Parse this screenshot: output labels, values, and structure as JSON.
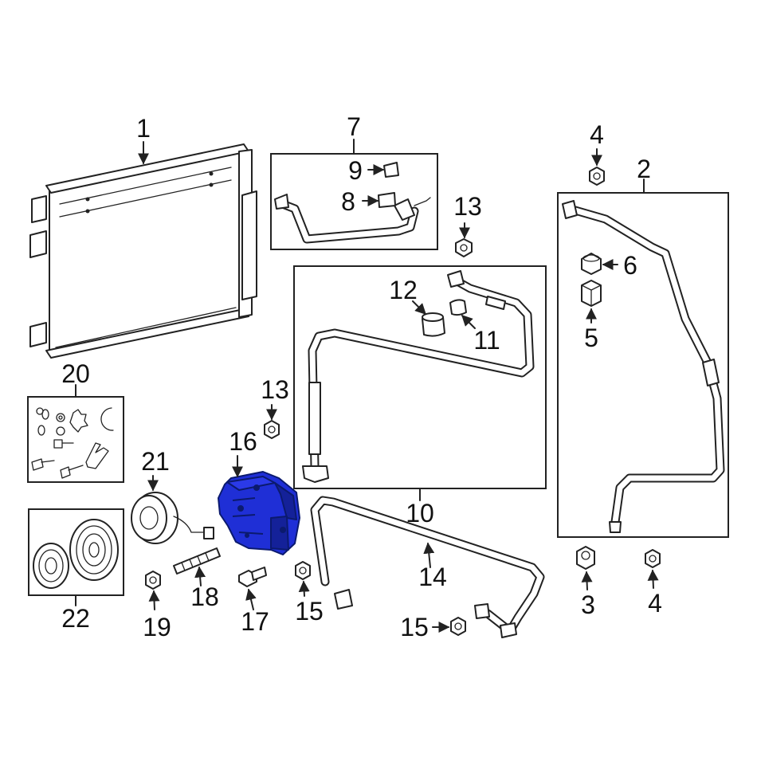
{
  "diagram": {
    "highlight_color": "#1f2fd6",
    "line_color": "#222222",
    "background": "#ffffff",
    "callouts": {
      "c1": "1",
      "c2": "2",
      "c3": "3",
      "c4a": "4",
      "c4b": "4",
      "c5": "5",
      "c6": "6",
      "c7": "7",
      "c8": "8",
      "c9": "9",
      "c10": "10",
      "c11": "11",
      "c12": "12",
      "c13a": "13",
      "c13b": "13",
      "c14": "14",
      "c15a": "15",
      "c15b": "15",
      "c16": "16",
      "c17": "17",
      "c18": "18",
      "c19": "19",
      "c20": "20",
      "c21": "21",
      "c22": "22"
    }
  }
}
